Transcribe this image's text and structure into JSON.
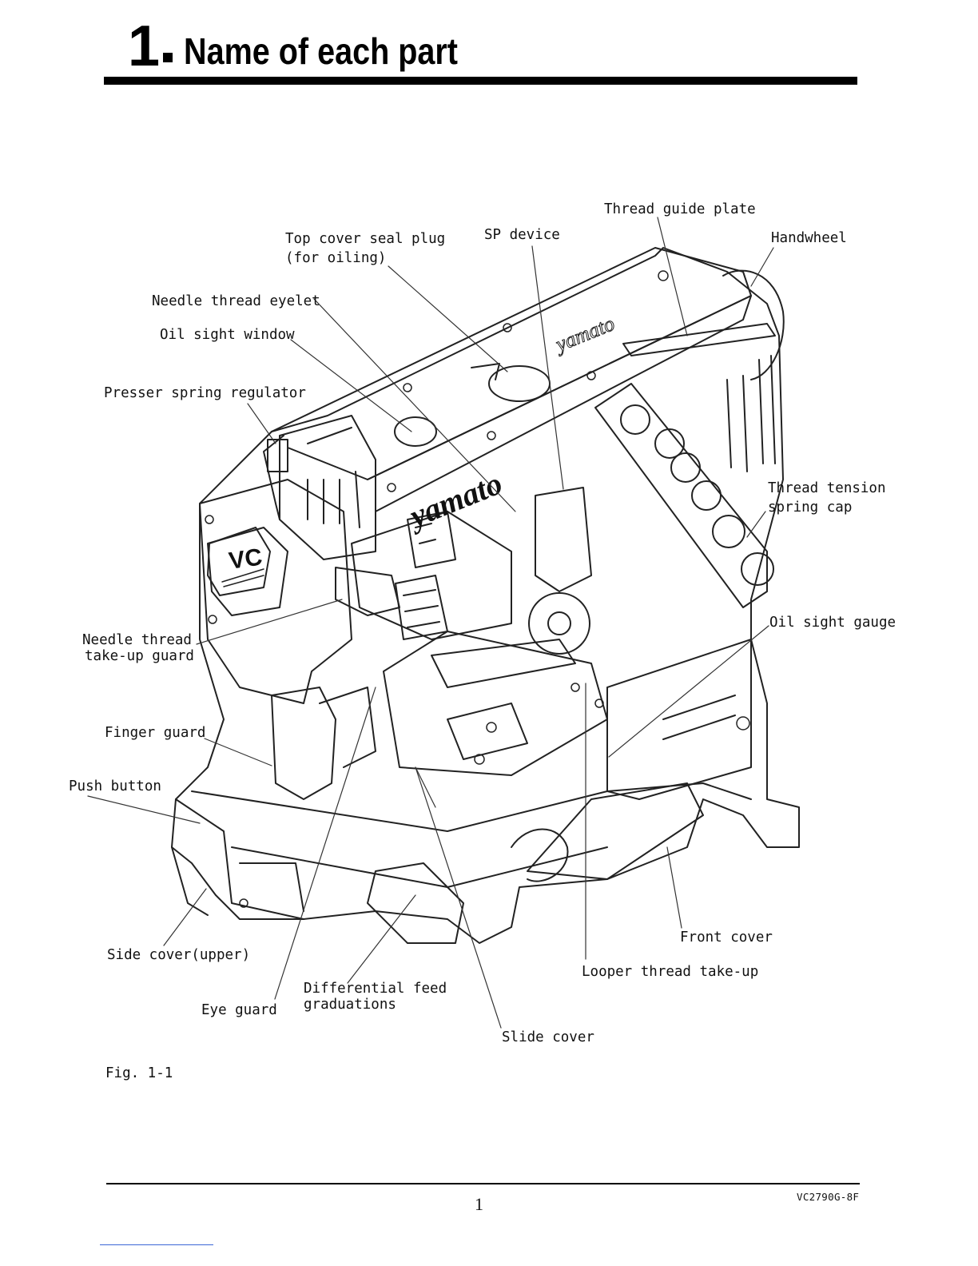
{
  "header": {
    "number": "1",
    "title": "Name of each part"
  },
  "labels": {
    "thread_guide_plate": "Thread guide plate",
    "top_cover_seal_plug_1": "Top cover seal plug",
    "top_cover_seal_plug_2": "(for oiling)",
    "sp_device": "SP device",
    "handwheel": "Handwheel",
    "needle_thread_eyelet": "Needle thread eyelet",
    "oil_sight_window": "Oil sight window",
    "presser_spring_regulator": "Presser spring regulator",
    "thread_tension_spring_cap_1": "Thread tension",
    "thread_tension_spring_cap_2": "spring cap",
    "oil_sight_gauge": "Oil sight gauge",
    "needle_thread_take_up_guard_1": "Needle thread",
    "needle_thread_take_up_guard_2": "take-up guard",
    "finger_guard": "Finger guard",
    "push_button": "Push button",
    "side_cover_upper": "Side cover(upper)",
    "front_cover": "Front cover",
    "looper_thread_take_up": "Looper thread take-up",
    "differential_feed_graduations_1": "Differential feed",
    "differential_feed_graduations_2": "graduations",
    "eye_guard": "Eye guard",
    "slide_cover": "Slide cover"
  },
  "figure": {
    "caption": "Fig. 1-1",
    "emblem": "VC",
    "brand": "yamato"
  },
  "footer": {
    "page_number": "1",
    "doc_code": "VC2790G-8F"
  }
}
